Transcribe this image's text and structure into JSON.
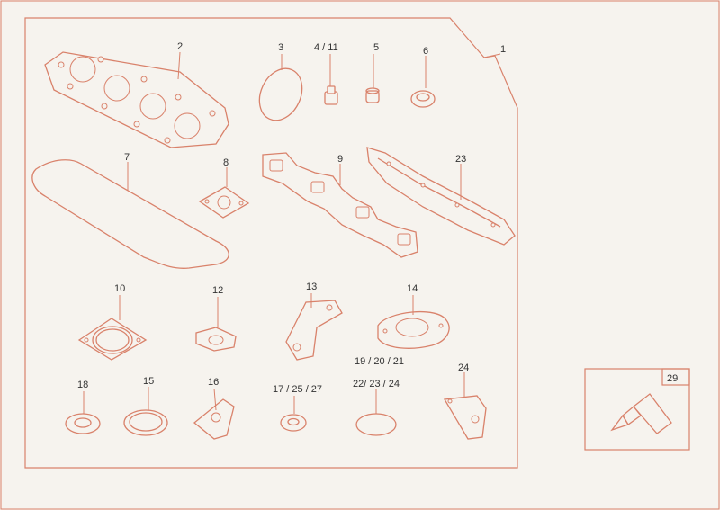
{
  "colors": {
    "line": "#d9826b",
    "background": "#f6f3ee",
    "label": "#333333"
  },
  "callouts": {
    "c1": "1",
    "c2": "2",
    "c3": "3",
    "c4_11": "4 / 11",
    "c5": "5",
    "c6": "6",
    "c7": "7",
    "c8": "8",
    "c9": "9",
    "c23": "23",
    "c10": "10",
    "c12": "12",
    "c13": "13",
    "c14": "14",
    "c19_20_21": "19 / 20 / 21",
    "c18": "18",
    "c15": "15",
    "c16": "16",
    "c17_25_27": "17 / 25 / 27",
    "c22_23_24": "22/  23 / 24",
    "c24": "24",
    "c29": "29"
  }
}
